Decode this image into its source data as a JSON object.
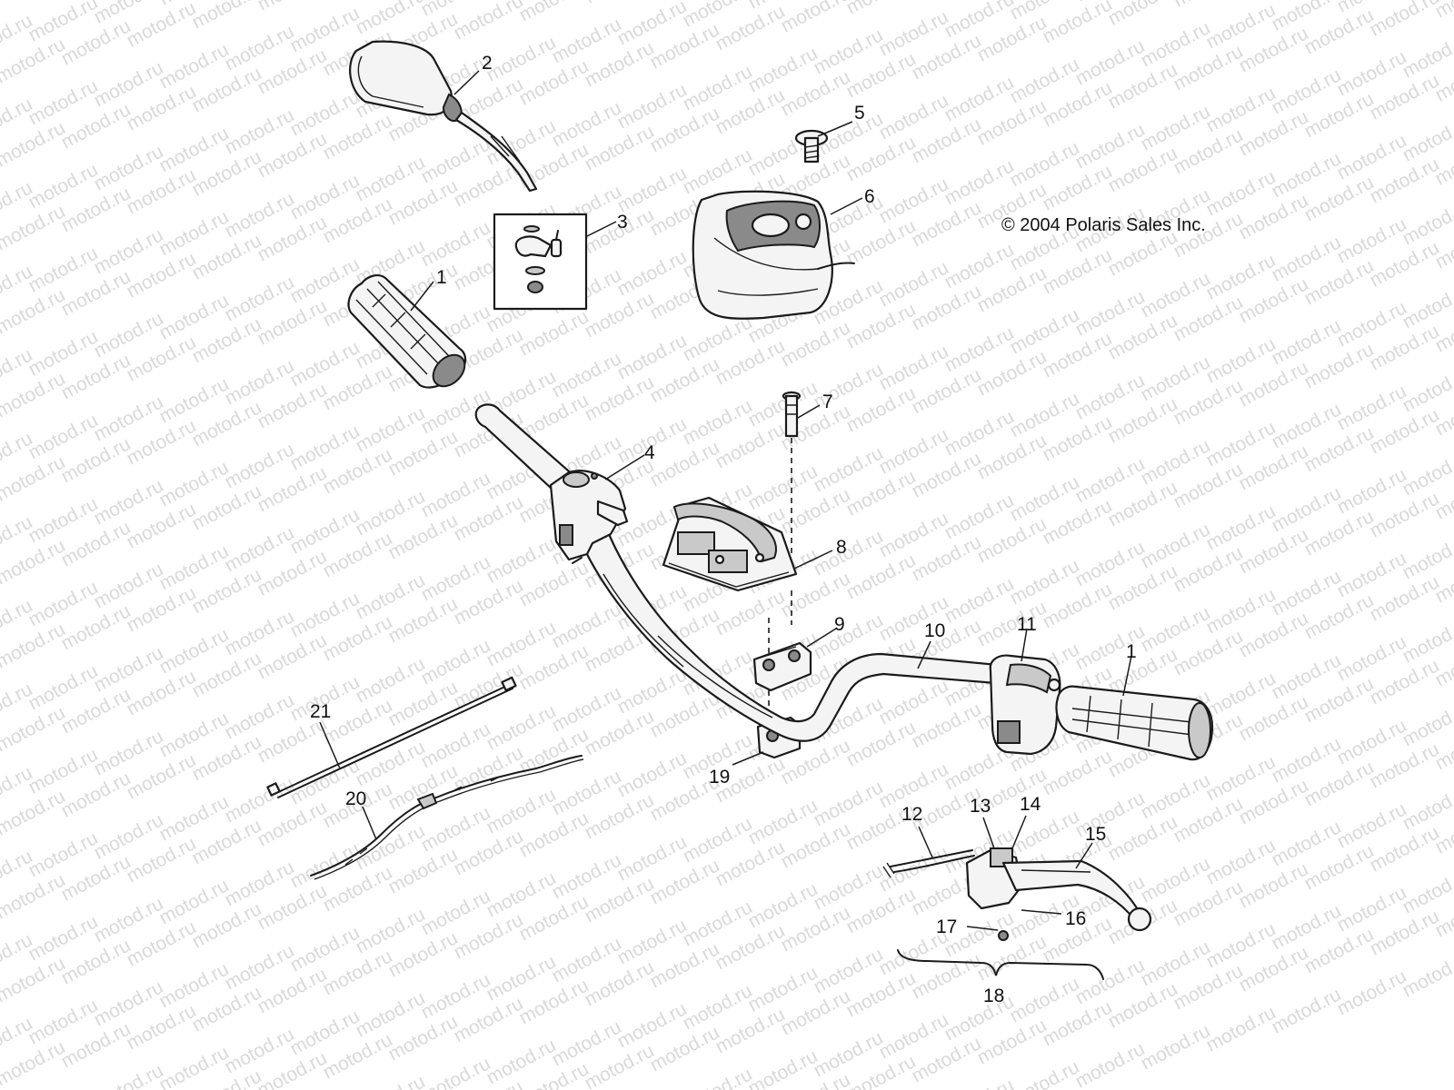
{
  "copyright": "© 2004 Polaris Sales Inc.",
  "watermark": "motod.ru",
  "callouts": [
    "1",
    "2",
    "3",
    "4",
    "5",
    "6",
    "7",
    "8",
    "9",
    "10",
    "11",
    "1",
    "12",
    "13",
    "14",
    "15",
    "16",
    "17",
    "18",
    "19",
    "20",
    "21"
  ],
  "colors": {
    "background": "#ffffff",
    "ink": "#1a1a1a",
    "watermark": "#d9d9d9"
  }
}
